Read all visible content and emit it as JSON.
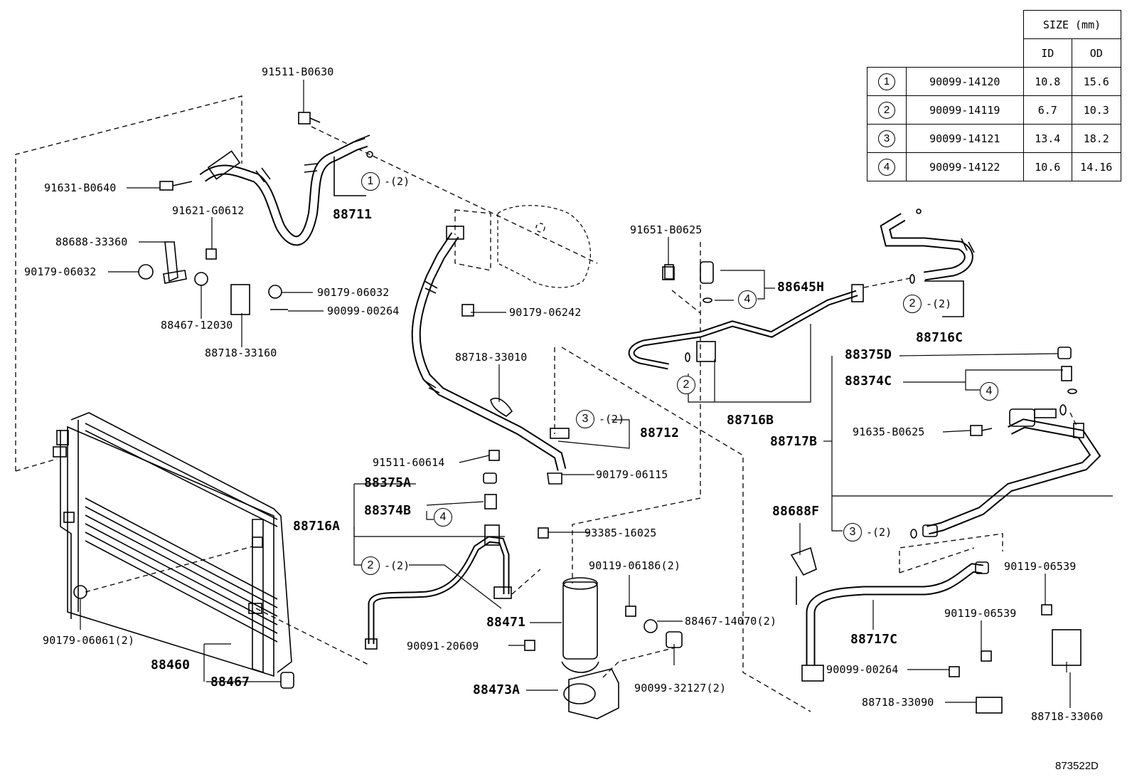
{
  "size_table": {
    "header": "SIZE (mm)",
    "col_id": "ID",
    "col_od": "OD",
    "rows": [
      {
        "mark": "1",
        "part": "90099-14120",
        "id": "10.8",
        "od": "15.6"
      },
      {
        "mark": "2",
        "part": "90099-14119",
        "id": "6.7",
        "od": "10.3"
      },
      {
        "mark": "3",
        "part": "90099-14121",
        "id": "13.4",
        "od": "18.2"
      },
      {
        "mark": "4",
        "part": "90099-14122",
        "id": "10.6",
        "od": "14.16"
      }
    ]
  },
  "labels": {
    "p91511_b0630": "91511-B0630",
    "p91631_b0640": "91631-B0640",
    "p91621_g0612": "91621-G0612",
    "p88711": "88711",
    "p88688_33360": "88688-33360",
    "p90179_06032a": "90179-06032",
    "p90179_06032b": "90179-06032",
    "p90099_00264a": "90099-00264",
    "p88467_12030": "88467-12030",
    "p88718_33160": "88718-33160",
    "p90179_06242": "90179-06242",
    "p88718_33010": "88718-33010",
    "p88712": "88712",
    "p91511_60614": "91511-60614",
    "p90179_06115": "90179-06115",
    "p88375a": "88375A",
    "p88374b": "88374B",
    "p88716a": "88716A",
    "p93385_16025": "93385-16025",
    "p90119_06186": "90119-06186(2)",
    "p88471": "88471",
    "p88467_14070": "88467-14070(2)",
    "p90091_20609": "90091-20609",
    "p90099_32127": "90099-32127(2)",
    "p88473a": "88473A",
    "p88460": "88460",
    "p88467": "88467",
    "p90179_06061": "90179-06061(2)",
    "p91651_b0625": "91651-B0625",
    "p88645h": "88645H",
    "p88716b": "88716B",
    "p88716c": "88716C",
    "p88375d": "88375D",
    "p88374c": "88374C",
    "p91635_b0625": "91635-B0625",
    "p88717b": "88717B",
    "p88688f": "88688F",
    "p90119_06539a": "90119-06539",
    "p90119_06539b": "90119-06539",
    "p88717c": "88717C",
    "p90099_00264b": "90099-00264",
    "p88718_33090": "88718-33090",
    "p88718_33060": "88718-33060"
  },
  "callouts": {
    "c1": "1",
    "c1q": "-(2)",
    "c3a": "3",
    "c3aq": "-(2)",
    "c4a": "4",
    "c2a": "2",
    "c2aq": "-(2)",
    "c4b": "4",
    "c2b": "2",
    "c2bq": "-(2)",
    "c2c": "2",
    "c4c": "4",
    "c3b": "3",
    "c3bq": "-(2)"
  },
  "figure_id": "873522D"
}
